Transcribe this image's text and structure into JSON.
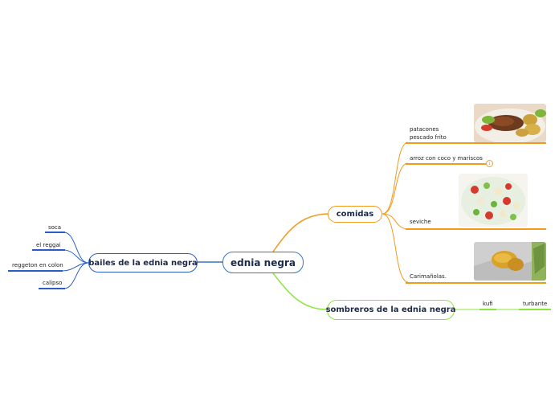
{
  "mindmap": {
    "root": {
      "label": "ednia negra"
    },
    "bailes": {
      "label": "bailes de la ednia negra",
      "color": "#2a5dc4",
      "items": [
        "soca",
        "el reggai",
        "reggeton en colon",
        "calipso"
      ]
    },
    "comidas": {
      "label": "comidas",
      "color": "#f09a1e",
      "items": [
        "patacones\npescado frito",
        "arroz con coco y mariscos",
        "seviche",
        "Carimañolas."
      ],
      "note_marker": "1"
    },
    "sombreros": {
      "label": "sombreros de la ednia negra",
      "color": "#8be43a",
      "items": [
        "kufi",
        "turbante"
      ]
    }
  },
  "images": {
    "patacones": "fried-fish-with-patacones-photo",
    "seviche": "seviche-bowl-photo",
    "carimanolas": "carimanolas-photo"
  }
}
